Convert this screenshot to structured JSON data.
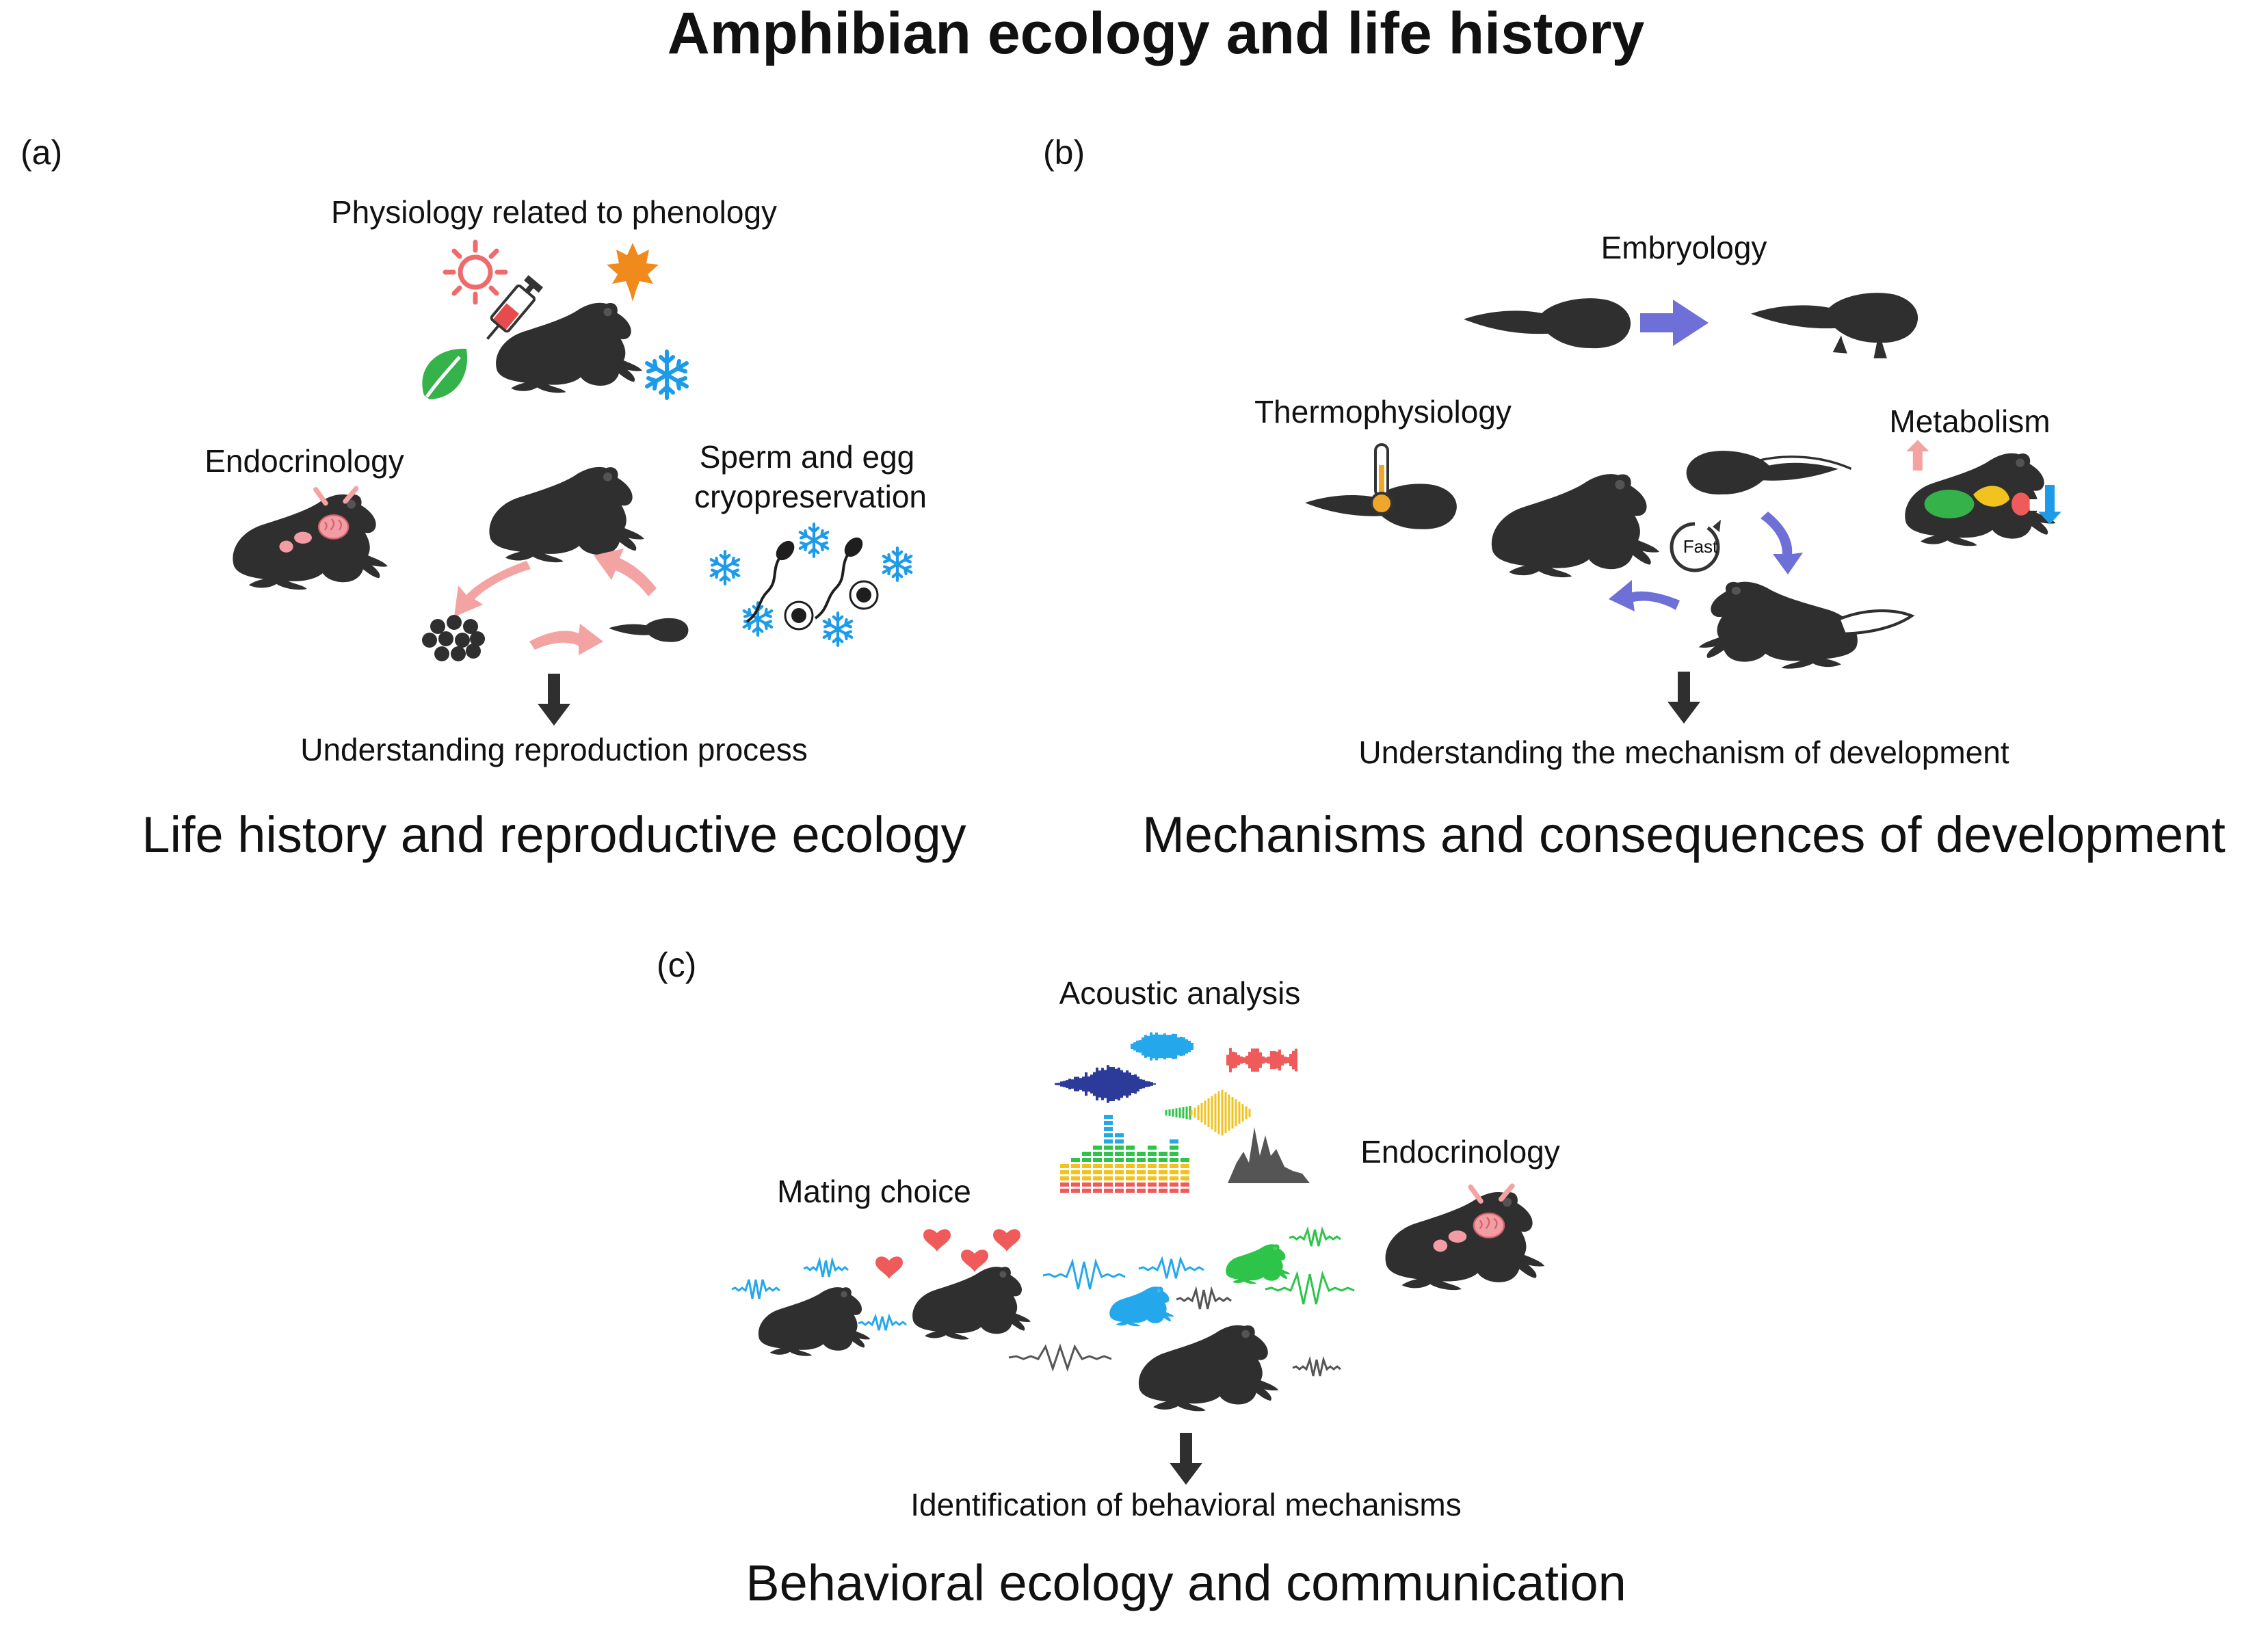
{
  "title": "Amphibian ecology and life history",
  "panels": {
    "a": {
      "tag": "(a)",
      "labels": {
        "phenology": "Physiology related to phenology",
        "endocrinology": "Endocrinology",
        "cryo_line1": "Sperm and egg",
        "cryo_line2": "cryopreservation"
      },
      "outcome": "Understanding reproduction process",
      "caption": "Life history and reproductive ecology"
    },
    "b": {
      "tag": "(b)",
      "labels": {
        "embryology": "Embryology",
        "thermophysiology": "Thermophysiology",
        "metabolism": "Metabolism",
        "fast": "Fast"
      },
      "outcome": "Understanding the mechanism of development",
      "caption": "Mechanisms and consequences of development"
    },
    "c": {
      "tag": "(c)",
      "labels": {
        "acoustic": "Acoustic analysis",
        "mating": "Mating choice",
        "endocrinology": "Endocrinology"
      },
      "outcome": "Identification of behavioral mechanisms",
      "caption": "Behavioral ecology and communication"
    }
  },
  "colors": {
    "frog": "#2f2f2f",
    "sun": "#ef6b6b",
    "leaf_autumn": "#f08a1c",
    "leaf_green": "#35b24a",
    "snow": "#1e9be8",
    "pink": "#f4a3a3",
    "arrow_blue": "#6f6fd8",
    "wave_navy": "#2c3a9a",
    "wave_blue": "#25a7ec",
    "wave_red": "#ef5b5b",
    "wave_green": "#2ec449",
    "wave_yellow": "#f2c31f",
    "wave_gray": "#555555",
    "heart": "#ef5b5b"
  }
}
